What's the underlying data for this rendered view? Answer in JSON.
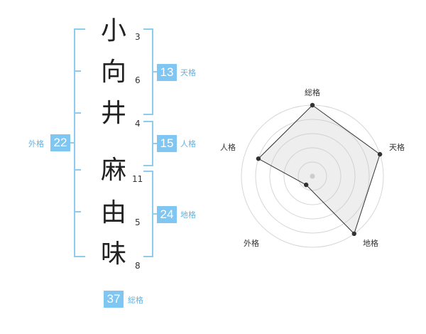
{
  "characters": [
    {
      "char": "小",
      "strokes": "3"
    },
    {
      "char": "向",
      "strokes": "6"
    },
    {
      "char": "井",
      "strokes": "4"
    },
    {
      "char": "麻",
      "strokes": "11"
    },
    {
      "char": "由",
      "strokes": "5"
    },
    {
      "char": "味",
      "strokes": "8"
    }
  ],
  "kaku": {
    "tenkaku": {
      "label": "天格",
      "value": "13"
    },
    "jinkaku": {
      "label": "人格",
      "value": "15"
    },
    "chikaku": {
      "label": "地格",
      "value": "24"
    },
    "gaikaku": {
      "label": "外格",
      "value": "22"
    },
    "soukaku": {
      "label": "総格",
      "value": "37"
    }
  },
  "colors": {
    "accent": "#7fc6f2",
    "label": "#5fb4e6"
  },
  "chart_data": {
    "type": "radar",
    "axes": [
      "総格",
      "天格",
      "地格",
      "外格",
      "人格"
    ],
    "values": [
      1.0,
      1.0,
      1.0,
      0.15,
      0.8
    ],
    "max": 1,
    "rings": 5
  }
}
